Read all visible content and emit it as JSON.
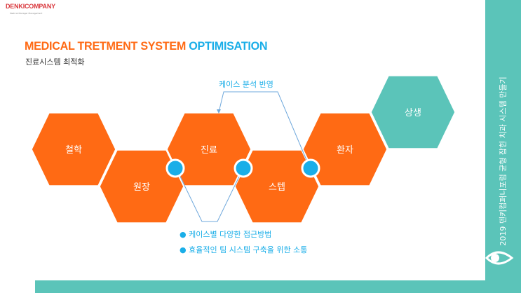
{
  "brand": {
    "logo": "DENKICOMPANY",
    "tagline": "Medical Manager Management"
  },
  "header": {
    "title_main": "MEDICAL TRETMENT SYSTEM",
    "title_highlight": "OPTIMISATION",
    "subtitle": "진료시스템 최적화"
  },
  "sidebar": {
    "vertical_text": "2019 덴키컴퍼니포럼 균형 잡힌 치과 시스템 만들기",
    "icon": "eye-icon"
  },
  "diagram": {
    "hexagons": [
      "철학",
      "원장",
      "진료",
      "스텝",
      "환자",
      "상생"
    ],
    "annotation": "케이스 분석 반영",
    "bullets": [
      "케이스별 다양한 접근방법",
      "효율적인 팀 시스템 구축을 위한 소통"
    ]
  },
  "colors": {
    "orange": "#ff6a14",
    "teal": "#5bc4b9",
    "blue": "#1aaee8"
  }
}
